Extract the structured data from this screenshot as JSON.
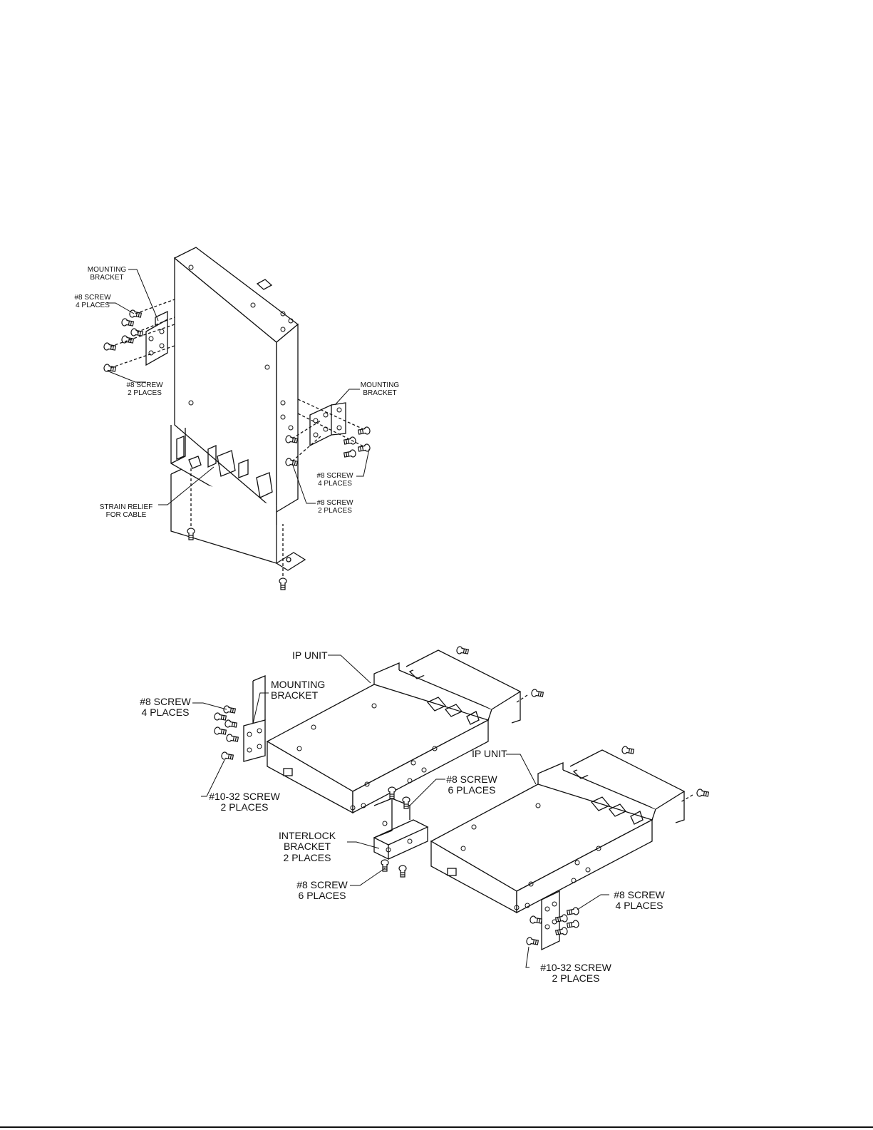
{
  "figure1": {
    "mounting_bracket_left": "MOUNTING\nBRACKET",
    "screw_left_4": "#8 SCREW\n4 PLACES",
    "screw_left_2": "#8 SCREW\n2 PLACES",
    "mounting_bracket_right": "MOUNTING\nBRACKET",
    "screw_right_4": "#8 SCREW\n4 PLACES",
    "screw_right_2": "#8 SCREW\n2 PLACES",
    "strain_relief": "STRAIN RELIEF\nFOR CABLE"
  },
  "figure2": {
    "ip_unit_top": "IP UNIT",
    "ip_unit_bottom": "IP UNIT",
    "mounting_bracket": "MOUNTING\nBRACKET",
    "screw_8_4_left": "#8 SCREW\n4 PLACES",
    "screw_10_32_left": "#10-32 SCREW\n2 PLACES",
    "screw_8_6_top": "#8 SCREW\n6 PLACES",
    "interlock_bracket": "INTERLOCK\nBRACKET\n2 PLACES",
    "screw_8_6_bottom": "#8 SCREW\n6 PLACES",
    "screw_8_4_right": "#8 SCREW\n4 PLACES",
    "screw_10_32_right": "#10-32 SCREW\n2 PLACES"
  }
}
